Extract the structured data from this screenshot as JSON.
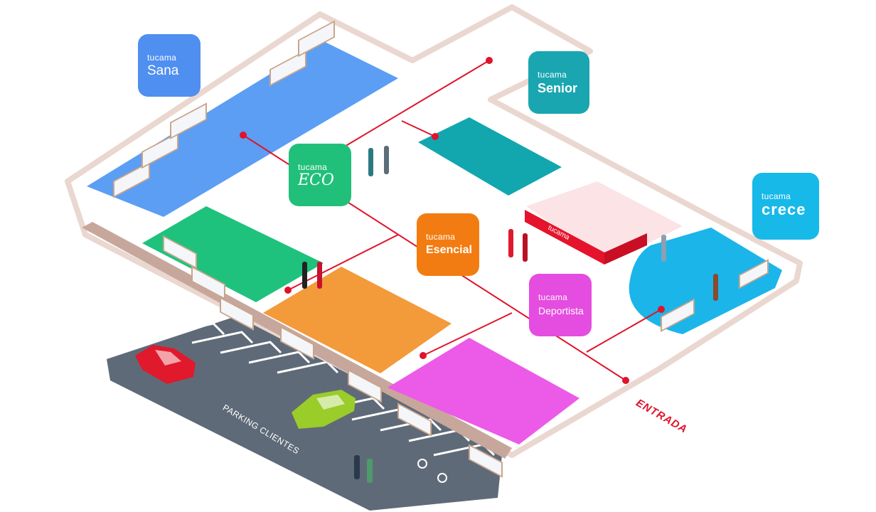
{
  "brand": "tucama",
  "zones": {
    "sana": {
      "name": "Sana",
      "color": "#4f8ff0",
      "floor": "#5b9ef4"
    },
    "senior": {
      "name": "Senior",
      "color": "#1aa6b0",
      "floor": "#12a6ae"
    },
    "eco": {
      "name": "ECO",
      "color": "#21c07a",
      "floor": "#1ec27c"
    },
    "esencial": {
      "name": "Esencial",
      "color": "#f37c12",
      "floor": "#f39a3a"
    },
    "deportista": {
      "name": "Deportista",
      "color": "#e54ce0",
      "floor": "#ec5ae8"
    },
    "crece": {
      "name": "crece",
      "color": "#17b9e8",
      "floor": "#1bb5ea"
    }
  },
  "reception": {
    "sign": "tucama",
    "color": "#e5132b"
  },
  "labels": {
    "entrada": "ENTRADA",
    "parking": "PARKING CLIENTES"
  },
  "colors": {
    "wall": "#ead7d0",
    "wall_dark": "#c7a79c",
    "floor": "#ffffff",
    "asphalt": "#5f6a78",
    "route": "#e0132b",
    "car_red": "#e0192c",
    "car_green": "#9acc2a"
  }
}
